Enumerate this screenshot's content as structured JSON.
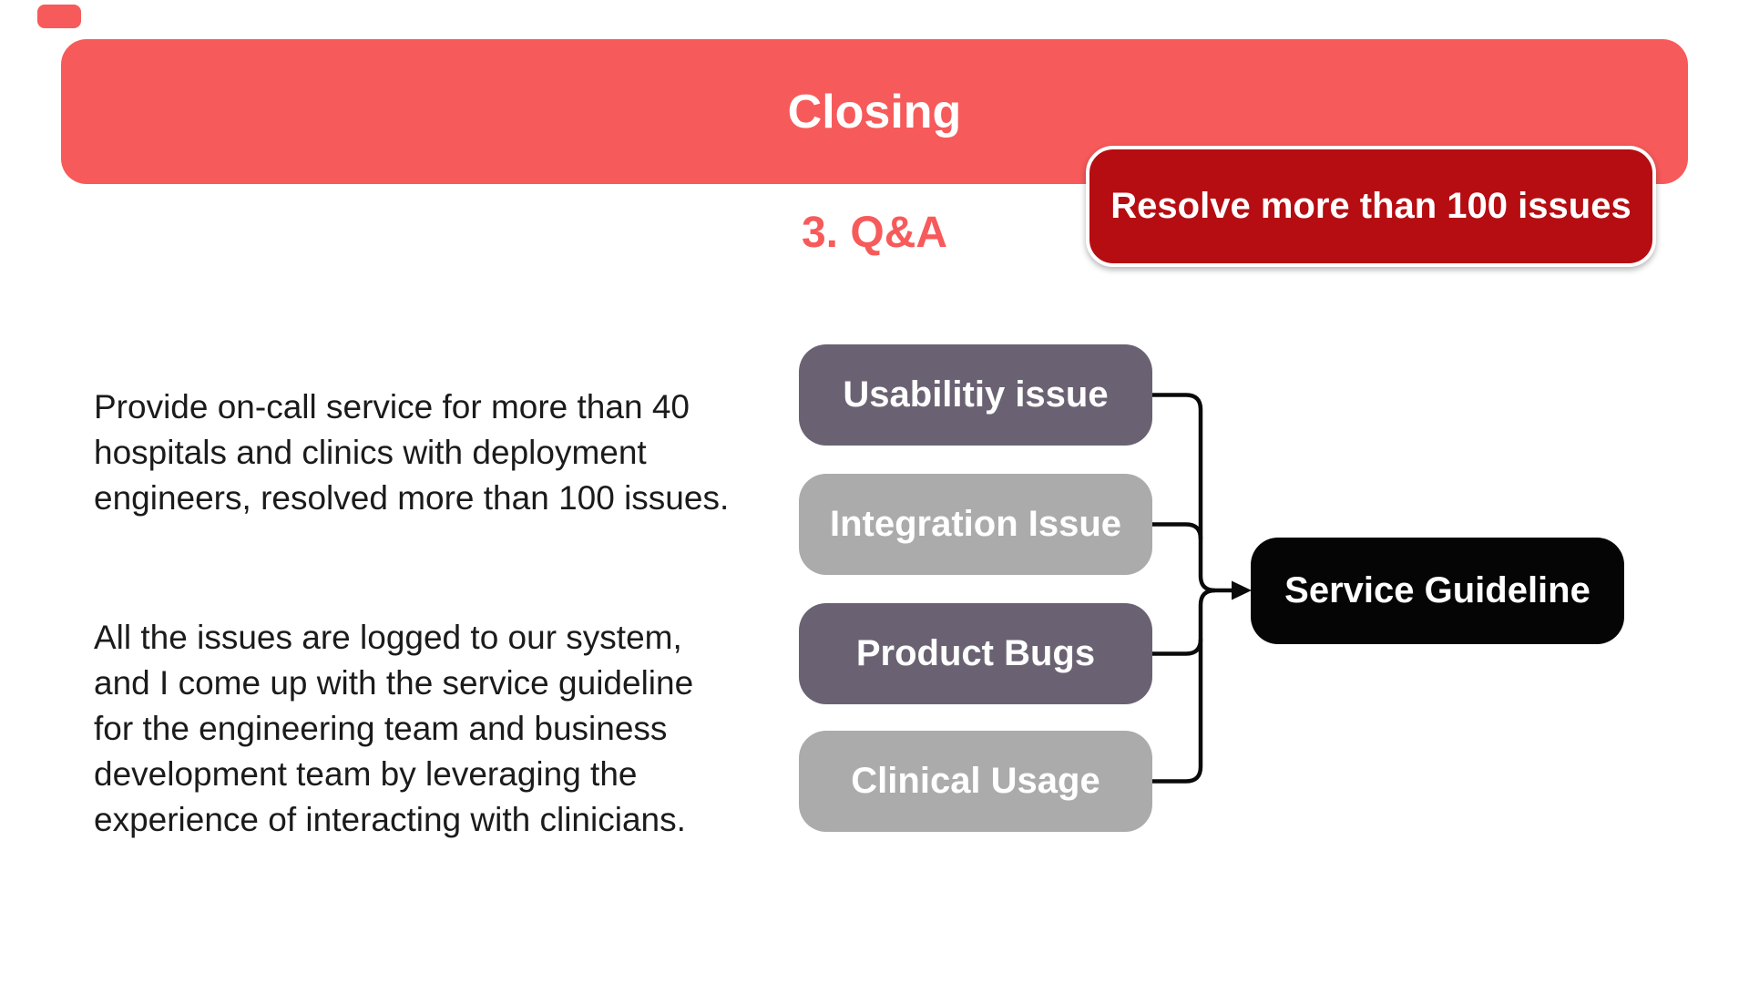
{
  "slide": {
    "title": "Closing",
    "subtitle": "3. Q&A",
    "badge_label": "Resolve more than 100 issues",
    "paragraph1": "Provide on-call service for more than 40\nhospitals and clinics with deployment\nengineers, resolved more than 100 issues.",
    "paragraph2": "All the issues are logged to our system,\nand I come up with the service guideline\nfor the engineering team and business\ndevelopment team by leveraging the\nexperience of interacting with clinicians.",
    "diagram": {
      "sources": [
        {
          "label": "Usabilitiy issue",
          "color": "#6A6272"
        },
        {
          "label": "Integration Issue",
          "color": "#ABABAB"
        },
        {
          "label": "Product Bugs",
          "color": "#6A6272"
        },
        {
          "label": "Clinical Usage",
          "color": "#ABABAB"
        }
      ],
      "target": {
        "label": "Service Guideline",
        "color": "#050505"
      },
      "connector_color": "#0a0a0a"
    },
    "colors": {
      "accent_coral": "#F75A5A",
      "badge_red": "#B50D12",
      "body_text": "#1b1b1b",
      "box_gray": "#ABABAB",
      "box_purple_gray": "#6A6272",
      "white": "#ffffff"
    }
  }
}
